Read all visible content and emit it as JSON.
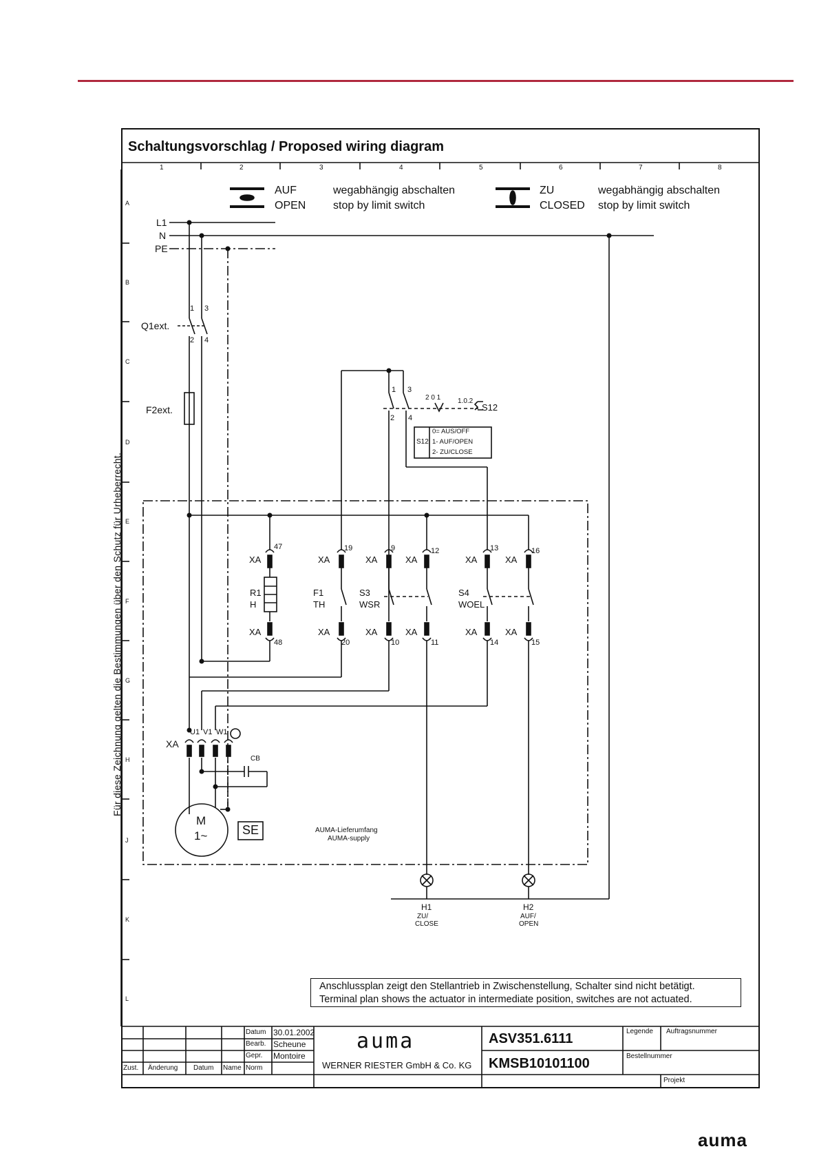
{
  "page": {
    "title": "Schaltungsvorschlag / Proposed wiring diagram",
    "side_note": "Für diese Zeichnung gelten die Bestimmungen über den Schutz für Urheberrecht.",
    "footer_logo": "auma",
    "accent_color": "#b0293e"
  },
  "grid": {
    "columns": [
      "1",
      "2",
      "3",
      "4",
      "5",
      "6",
      "7",
      "8"
    ],
    "rows": [
      "A",
      "B",
      "C",
      "D",
      "E",
      "F",
      "G",
      "H",
      "J",
      "K",
      "L"
    ]
  },
  "legend": {
    "open_label_de": "AUF",
    "open_label_en": "OPEN",
    "open_desc_de": "wegabhängig abschalten",
    "open_desc_en": "stop by limit switch",
    "close_label_de": "ZU",
    "close_label_en": "CLOSED",
    "close_desc_de": "wegabhängig abschalten",
    "close_desc_en": "stop by limit switch"
  },
  "supply": {
    "l1": "L1",
    "n": "N",
    "pe": "PE"
  },
  "components": {
    "q1": "Q1ext.",
    "q1_t1": "1",
    "q1_t3": "3",
    "q1_t2": "2",
    "q1_t4": "4",
    "f2": "F2ext.",
    "s12": "S12",
    "s12_t1": "1",
    "s12_t3": "3",
    "s12_t2": "2",
    "s12_t4": "4",
    "s12_pos": "2  0  1",
    "s12_pos2": "1.0.2",
    "s12_table_label": "S12",
    "s12_table": [
      "0= AUS/OFF",
      "1- AUF/OPEN",
      "2- ZU/CLOSE"
    ],
    "xa": "XA",
    "r1": "R1",
    "h": "H",
    "f1": "F1",
    "th": "TH",
    "s3": "S3",
    "wsr": "WSR",
    "s4": "S4",
    "woel": "WOEL",
    "terminals_top": [
      "47",
      "19",
      "9",
      "12",
      "13",
      "16"
    ],
    "terminals_bottom": [
      "48",
      "20",
      "10",
      "11",
      "14",
      "15"
    ],
    "motor_terminals": [
      "U1",
      "V1",
      "W1"
    ],
    "cb": "CB",
    "motor_m": "M",
    "motor_phase": "1~",
    "se": "SE",
    "supply_de": "AUMA-Lieferumfang",
    "supply_en": "AUMA-supply",
    "h1": "H1",
    "h1_de": "ZU/",
    "h1_en": "CLOSE",
    "h2": "H2",
    "h2_de": "AUF/",
    "h2_en": "OPEN"
  },
  "note": {
    "line1": "Anschlussplan zeigt den Stellantrieb in Zwischenstellung, Schalter sind nicht betätigt.",
    "line2": "Terminal plan shows the actuator in intermediate position, switches are not actuated."
  },
  "title_block": {
    "datum_label": "Datum",
    "datum_value": "30.01.2002",
    "bearb_label": "Bearb.",
    "bearb_value": "Scheune",
    "gepr_label": "Gepr.",
    "gepr_value": "Montoire",
    "norm_label": "Norm",
    "zust": "Zust.",
    "aenderung": "Änderung",
    "datum": "Datum",
    "name": "Name",
    "company_logo": "auma",
    "company": "WERNER RIESTER GmbH & Co. KG",
    "doc1": "ASV351.6111",
    "doc2": "KMSB10101100",
    "legende": "Legende",
    "auftragsnummer": "Auftragsnummer",
    "bestellnummer": "Bestellnummer",
    "projekt": "Projekt"
  }
}
